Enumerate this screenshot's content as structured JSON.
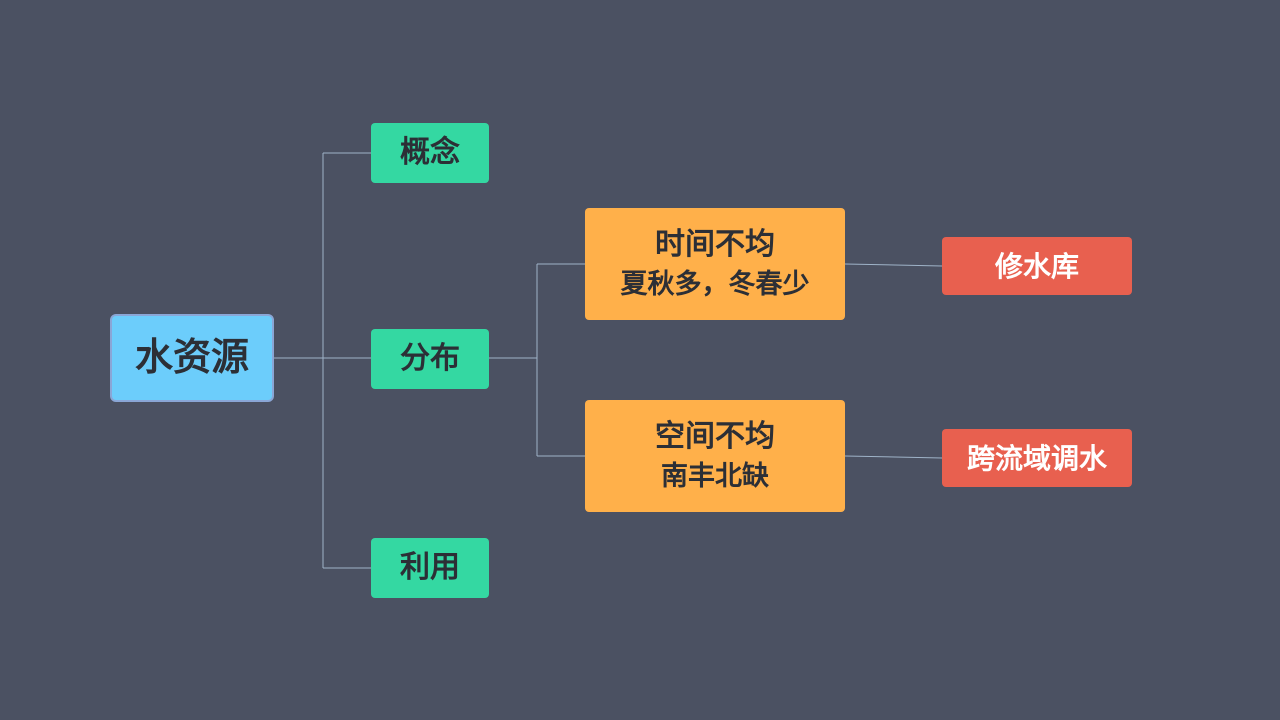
{
  "root": {
    "label": "水资源",
    "color": "#6ccdfb"
  },
  "branches": [
    {
      "label": "概念",
      "color": "#34d8a2"
    },
    {
      "label": "分布",
      "color": "#34d8a2"
    },
    {
      "label": "利用",
      "color": "#34d8a2"
    }
  ],
  "distribution": [
    {
      "title": "时间不均",
      "detail": "夏秋多，冬春少",
      "color": "#ffb04a",
      "measure": {
        "label": "修水库",
        "color": "#e8604f"
      }
    },
    {
      "title": "空间不均",
      "detail": "南丰北缺",
      "color": "#ffb04a",
      "measure": {
        "label": "跨流域调水",
        "color": "#e8604f"
      }
    }
  ],
  "connector_color": "#9fb3c8",
  "background": "#4b5162"
}
